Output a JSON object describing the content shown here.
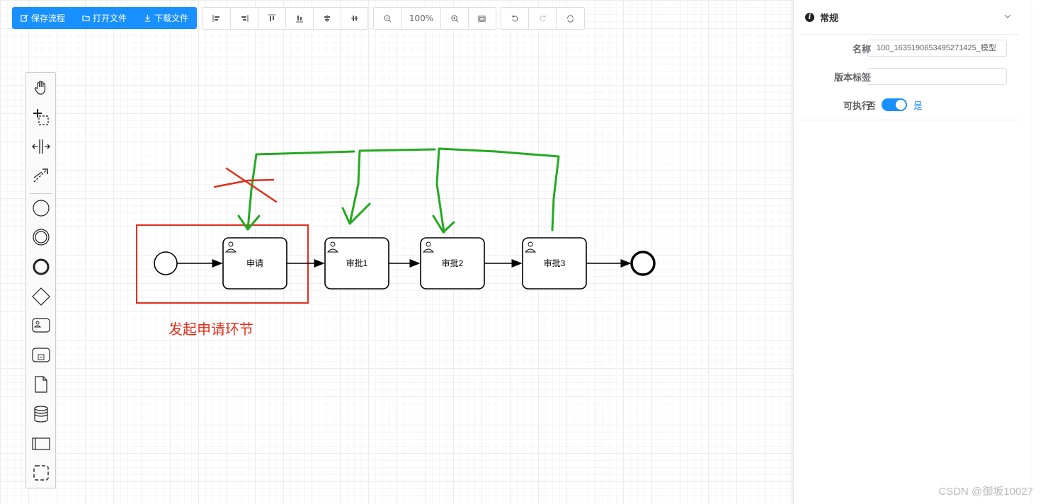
{
  "toolbar": {
    "primary": [
      {
        "label": "保存流程",
        "icon": "edit-icon"
      },
      {
        "label": "打开文件",
        "icon": "folder-icon"
      },
      {
        "label": "下载文件",
        "icon": "download-icon"
      }
    ],
    "align_buttons": [
      "align-left-icon",
      "align-right-icon",
      "align-top-icon",
      "align-bottom-icon",
      "align-center-icon",
      "align-middle-icon"
    ],
    "zoom_out_icon": "zoom-out-icon",
    "zoom_level": "100%",
    "zoom_in_icon": "zoom-in-icon",
    "fit_icon": "fit-icon",
    "history_buttons": [
      "undo-icon",
      "redo-icon",
      "restart-icon"
    ]
  },
  "palette": {
    "tools": [
      "hand-tool-icon",
      "lasso-tool-icon",
      "space-tool-icon",
      "connect-tool-icon"
    ],
    "elements": [
      "start-event-icon",
      "intermediate-event-icon",
      "end-event-icon",
      "gateway-icon",
      "user-task-icon",
      "subprocess-icon",
      "data-object-icon",
      "data-store-icon",
      "participant-icon",
      "group-icon"
    ]
  },
  "diagram": {
    "tasks": [
      {
        "id": "apply",
        "label": "申请"
      },
      {
        "id": "approve1",
        "label": "审批1"
      },
      {
        "id": "approve2",
        "label": "审批2"
      },
      {
        "id": "approve3",
        "label": "审批3"
      }
    ],
    "annotation": "发起申请环节",
    "colors": {
      "annotation": "#e0301e",
      "green_arrows": "#22aa22"
    }
  },
  "panel": {
    "title": "常规",
    "fields": {
      "name_label": "名称",
      "name_value": "100_1635190653495271425_模型",
      "version_label": "版本标签",
      "version_value": "",
      "executable_label": "可执行",
      "executable_off": "否",
      "executable_on": "是",
      "executable": true
    }
  },
  "watermark": "CSDN @御坂10027",
  "colors": {
    "primary": "#1890ff"
  }
}
